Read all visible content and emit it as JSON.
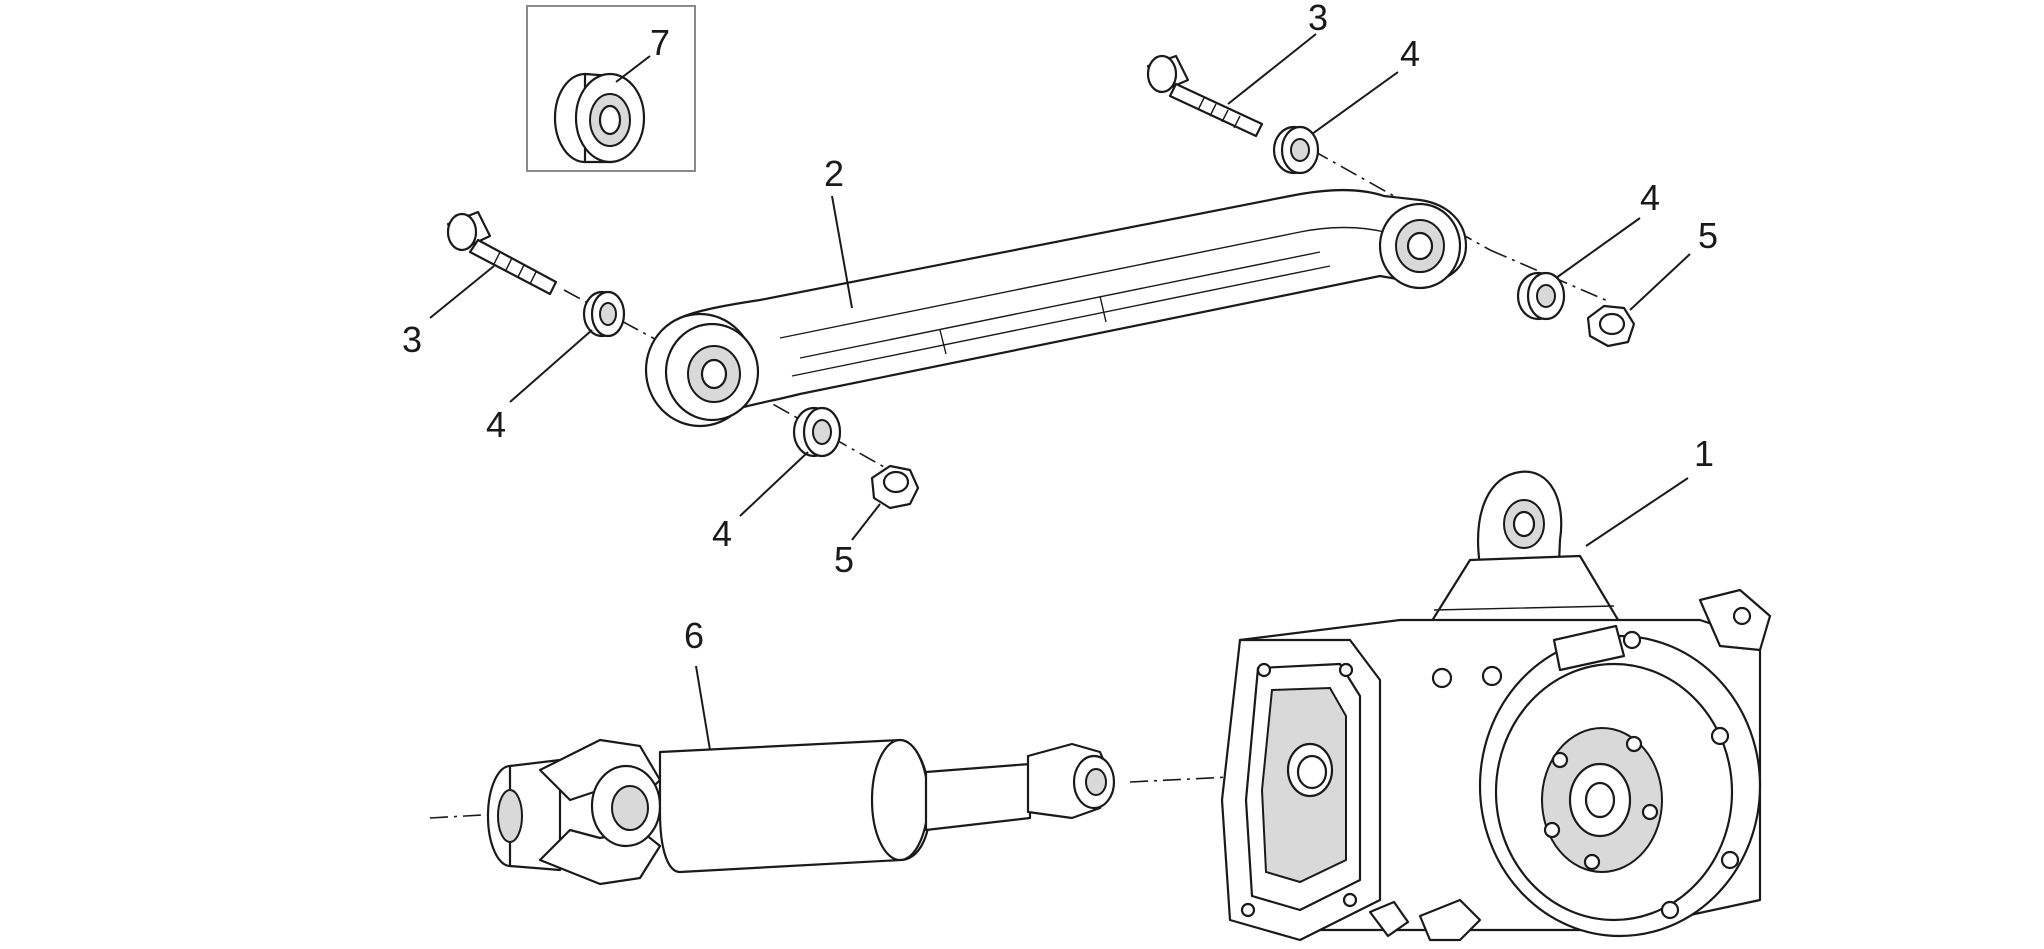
{
  "callouts": {
    "c1": "1",
    "c2": "2",
    "c3a": "3",
    "c3b": "3",
    "c4a": "4",
    "c4b": "4",
    "c4c": "4",
    "c4d": "4",
    "c5a": "5",
    "c5b": "5",
    "c6": "6",
    "c7": "7"
  },
  "colors": {
    "line": "#1a1a1a",
    "shade": "#d9d9d9",
    "inset_border": "#8a8a8a",
    "background": "#ffffff"
  },
  "icons": {
    "bearing": "bearing-icon"
  }
}
